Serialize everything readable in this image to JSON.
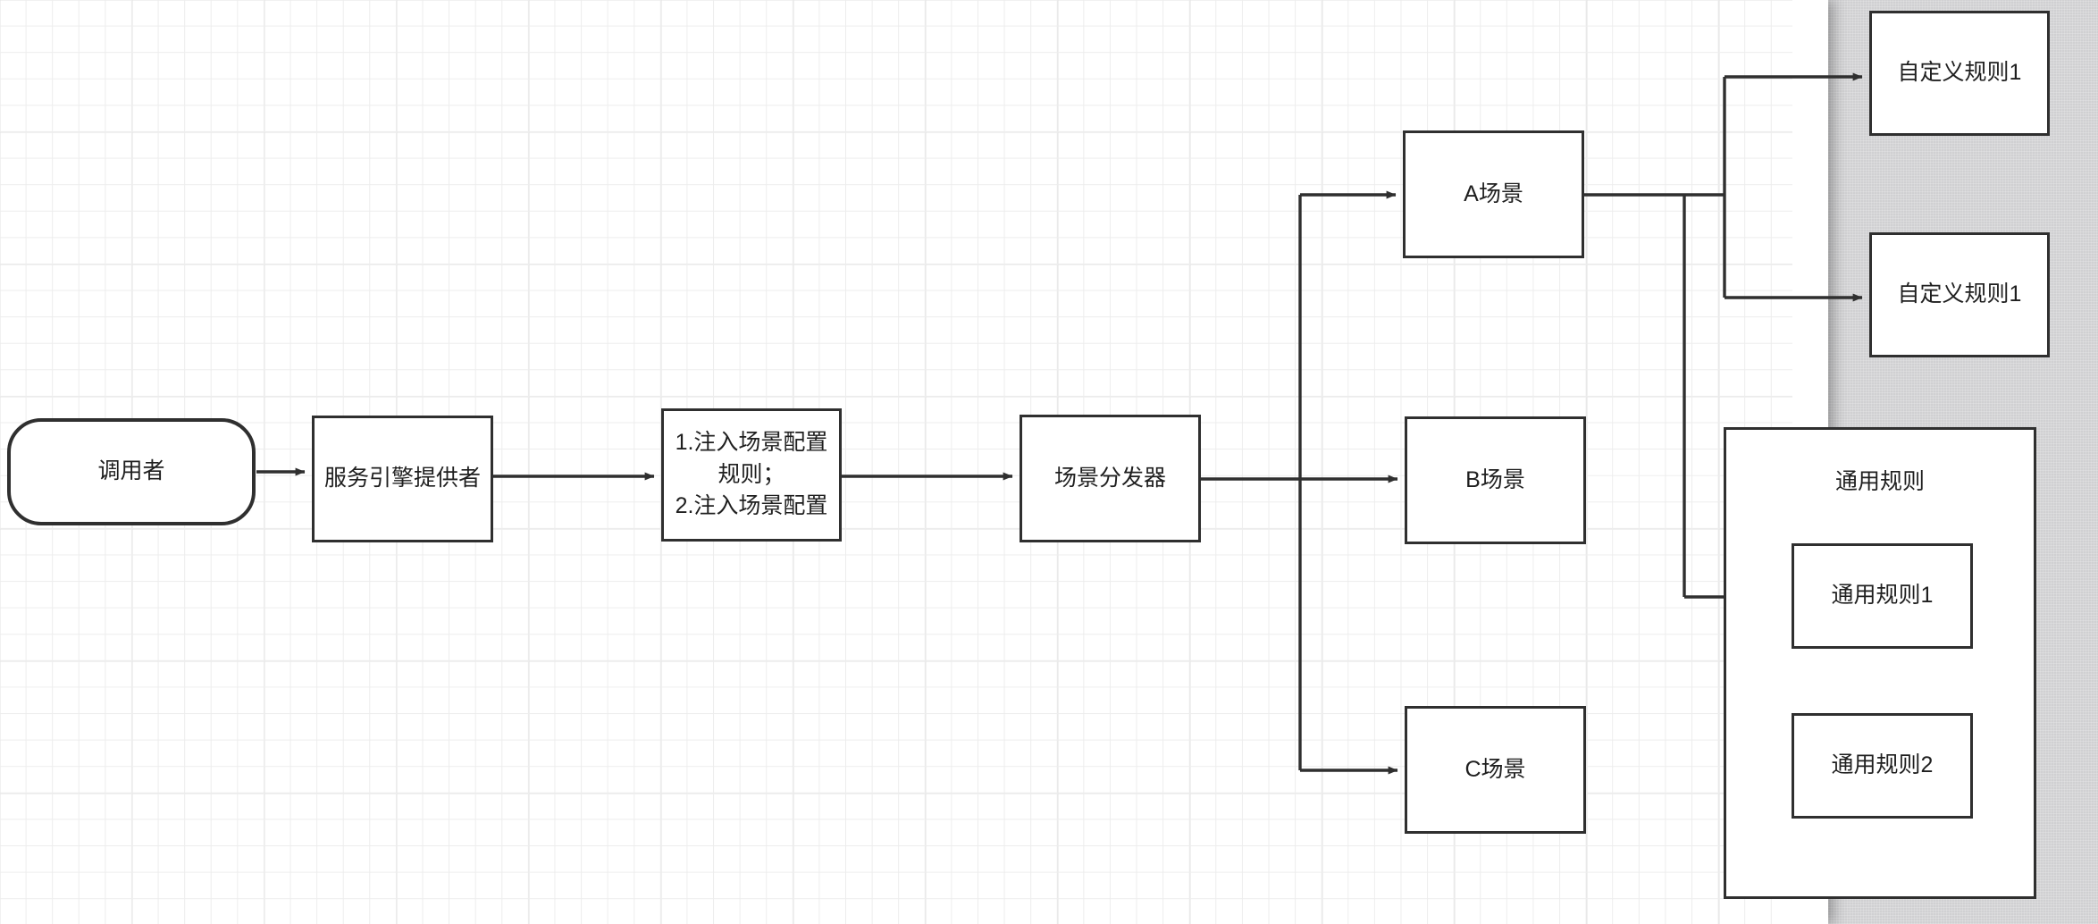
{
  "diagram": {
    "type": "flowchart",
    "title": "",
    "colors": {
      "node_border": "#2f2f2f",
      "node_fill": "#ffffff",
      "edge": "#2f2f2f",
      "canvas": "#ffffff",
      "grid_line": "#ededed",
      "page_background": "#d0d0d2"
    },
    "nodes": [
      {
        "id": "caller",
        "label": "调用者",
        "shape": "terminator"
      },
      {
        "id": "provider",
        "label": "服务引擎提供者",
        "shape": "rectangle"
      },
      {
        "id": "inject",
        "label": "1.注入场景配置规则；\n2.注入场景配置",
        "shape": "rectangle"
      },
      {
        "id": "dispatcher",
        "label": "场景分发器",
        "shape": "rectangle"
      },
      {
        "id": "scene_a",
        "label": "A场景",
        "shape": "rectangle"
      },
      {
        "id": "scene_b",
        "label": "B场景",
        "shape": "rectangle"
      },
      {
        "id": "scene_c",
        "label": "C场景",
        "shape": "rectangle"
      },
      {
        "id": "custom_1",
        "label": "自定义规则1",
        "shape": "rectangle"
      },
      {
        "id": "custom_2",
        "label": "自定义规则1",
        "shape": "rectangle"
      },
      {
        "id": "common_group",
        "label": "通用规则",
        "shape": "container"
      },
      {
        "id": "common_1",
        "label": "通用规则1",
        "shape": "rectangle"
      },
      {
        "id": "common_2",
        "label": "通用规则2",
        "shape": "rectangle"
      }
    ],
    "edges": [
      {
        "from": "caller",
        "to": "provider",
        "arrow": true
      },
      {
        "from": "provider",
        "to": "inject",
        "arrow": true
      },
      {
        "from": "inject",
        "to": "dispatcher",
        "arrow": true
      },
      {
        "from": "dispatcher",
        "to": "scene_a",
        "arrow": true
      },
      {
        "from": "dispatcher",
        "to": "scene_b",
        "arrow": true
      },
      {
        "from": "dispatcher",
        "to": "scene_c",
        "arrow": true
      },
      {
        "from": "scene_a",
        "to": "custom_1",
        "arrow": true
      },
      {
        "from": "scene_a",
        "to": "custom_2",
        "arrow": true
      },
      {
        "from": "scene_a",
        "to": "common_1",
        "arrow": true
      }
    ]
  }
}
